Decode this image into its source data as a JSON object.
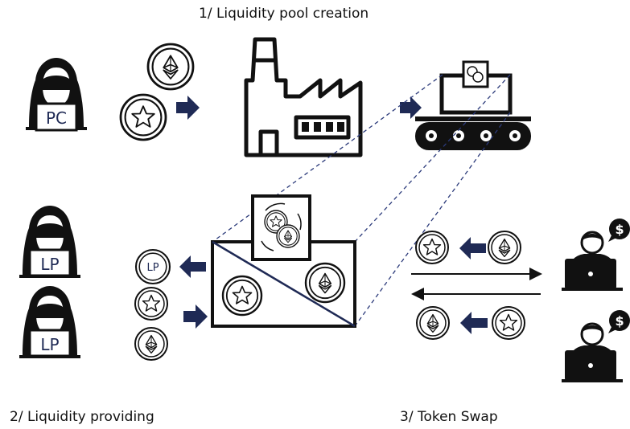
{
  "sections": {
    "pool_creation": "1/ Liquidity pool creation",
    "providing": "2/ Liquidity providing",
    "swap": "3/ Token Swap"
  },
  "badges": {
    "pc": "PC",
    "lp": "LP",
    "lp_token": "LP",
    "dollar": "$"
  },
  "colors": {
    "arrow": "#1f2a55",
    "outline": "#111111",
    "dashed": "#2b3a7a"
  },
  "icons": [
    "hacker-icon",
    "ethereum-coin-icon",
    "star-coin-icon",
    "factory-icon",
    "conveyor-icon",
    "lp-coin-icon",
    "user-icon",
    "dollar-bubble-icon"
  ]
}
